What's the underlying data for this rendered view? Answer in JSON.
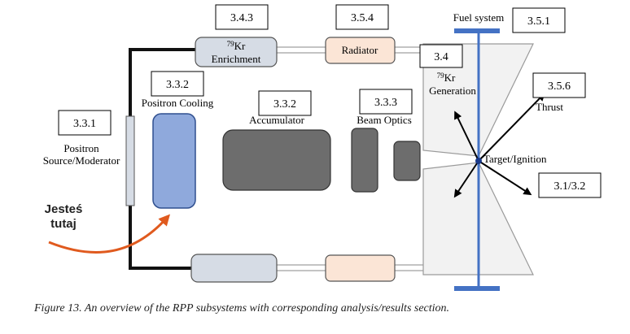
{
  "section_labels": {
    "s343": "3.4.3",
    "s354": "3.5.4",
    "s351": "3.5.1",
    "s34": "3.4",
    "s332a": "3.3.2",
    "s332b": "3.3.2",
    "s333": "3.3.3",
    "s356": "3.5.6",
    "s331": "3.3.1",
    "s3132": "3.1/3.2"
  },
  "component_labels": {
    "fuel_system": "Fuel system",
    "kr_enrichment_sup": "79",
    "kr_enrichment_kr": "Kr",
    "kr_enrichment_word": "Enrichment",
    "radiator": "Radiator",
    "kr_generation_sup": "79",
    "kr_generation_kr": "Kr",
    "kr_generation_word": "Generation",
    "positron_cooling": "Positron Cooling",
    "accumulator": "Accumulator",
    "beam_optics": "Beam Optics",
    "thrust": "Thrust",
    "positron": "Positron",
    "source_moderator": "Source/Moderator",
    "target_ignition": "Target/Ignition"
  },
  "annotation": {
    "line1": "Jesteś",
    "line2": "tutaj",
    "color": "#e05a1e"
  },
  "caption": "Figure 13. An overview of the RPP subsystems with corresponding analysis/results section.",
  "colors": {
    "fuel_bar": "#4472c4",
    "cooling_fill": "#8fa9dc",
    "enrichment_fill": "#d6dce5",
    "radiator_fill": "#fbe5d6",
    "dark_component": "#6d6d6d",
    "nozzle_fill": "#f2f2f2"
  }
}
